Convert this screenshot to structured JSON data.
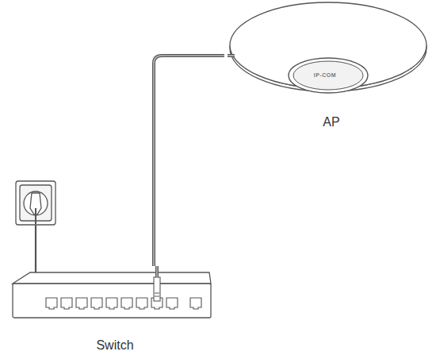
{
  "diagram": {
    "nodes": [
      {
        "text": [
          "AP"
        ]
      },
      {
        "text": [
          "Switch"
        ]
      }
    ],
    "edges": [
      {
        "from": 1,
        "to": 0,
        "arrow": "none"
      }
    ],
    "labels": [
      "IP-COM"
    ]
  }
}
